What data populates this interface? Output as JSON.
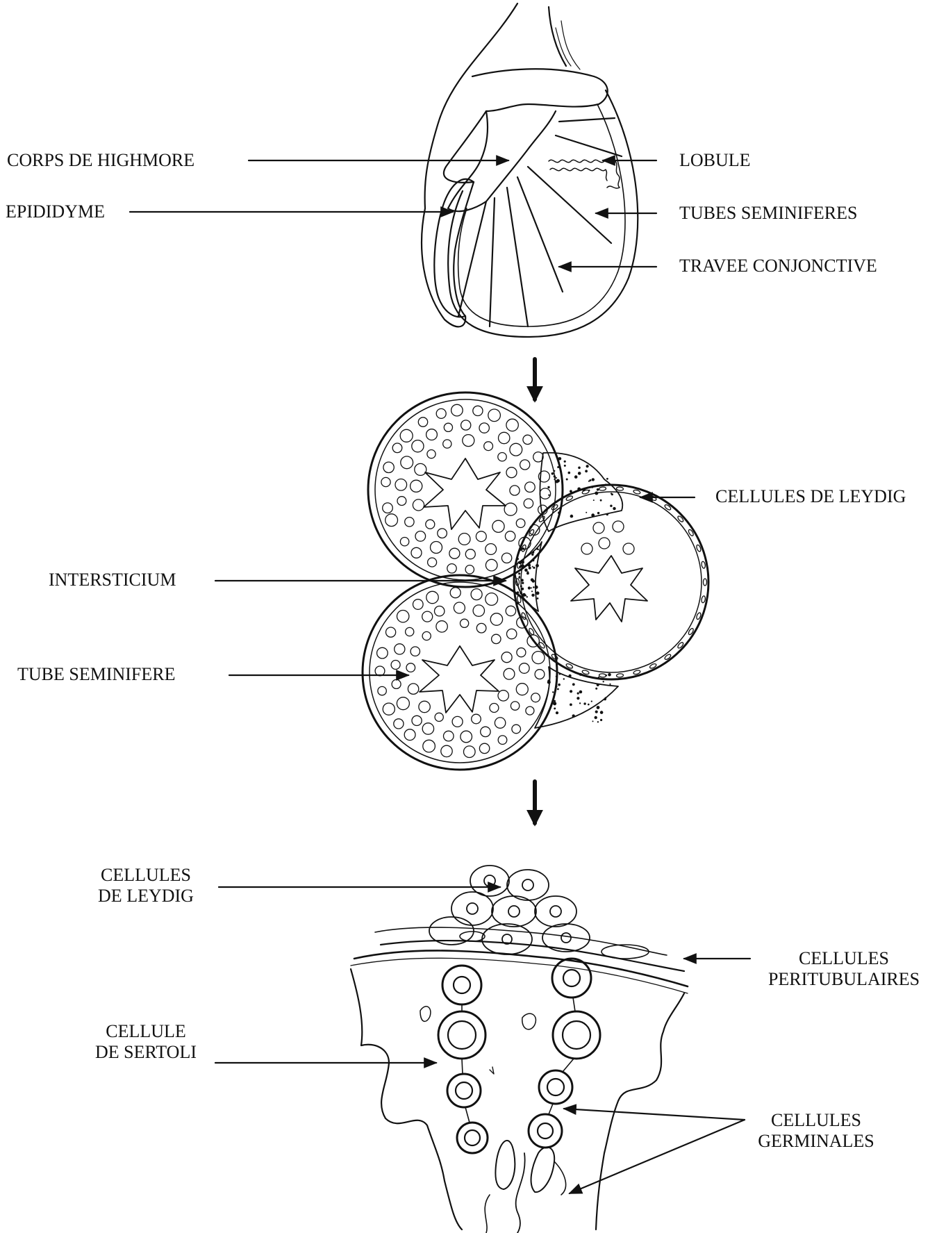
{
  "colors": {
    "ink": "#111111",
    "paper": "#ffffff"
  },
  "panels": {
    "testis": {
      "labels": {
        "corps_de_highmore": "CORPS DE HIGHMORE",
        "epididyme": "EPIDIDYME",
        "lobule": "LOBULE",
        "tubes_seminiferes": "TUBES SEMINIFERES",
        "travee_conjonctive": "TRAVEE CONJONCTIVE"
      }
    },
    "cross_section": {
      "labels": {
        "cellules_de_leydig": "CELLULES DE LEYDIG",
        "intersticium": "INTERSTICIUM",
        "tube_seminifere": "TUBE SEMINIFERE"
      }
    },
    "epithelium": {
      "labels": {
        "cellules_de_leydig_1": "CELLULES",
        "cellules_de_leydig_2": "DE LEYDIG",
        "cellules_peritubulaires_1": "CELLULES",
        "cellules_peritubulaires_2": "PERITUBULAIRES",
        "cellule_de_sertoli_1": "CELLULE",
        "cellule_de_sertoli_2": "DE SERTOLI",
        "cellules_germinales_1": "CELLULES",
        "cellules_germinales_2": "GERMINALES"
      }
    }
  }
}
